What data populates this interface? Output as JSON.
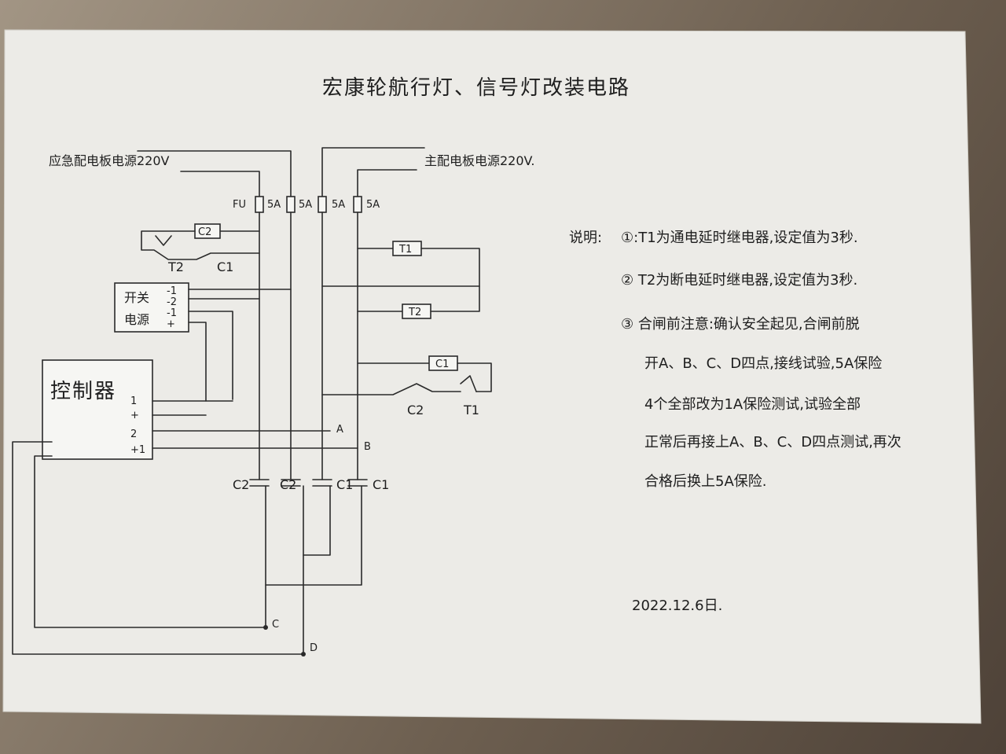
{
  "title": "宏康轮航行灯、信号灯改装电路",
  "power": {
    "emergency": "应急配电板电源220V",
    "main": "主配电板电源220V."
  },
  "fuse": {
    "label": "FU",
    "ratings": [
      "5A",
      "5A",
      "5A",
      "5A"
    ]
  },
  "components": {
    "c2_coil": "C2",
    "t2_contact": "T2",
    "c1_contact": "C1",
    "t1_relay": "T1",
    "t2_relay": "T2",
    "c1_coil": "C1",
    "c2_contact": "C2",
    "t1_contact": "T1"
  },
  "switch_power": {
    "line1": "开关",
    "line2": "电源",
    "pins": [
      "-1",
      "-2",
      "-1",
      "+"
    ]
  },
  "controller": {
    "label": "控制器",
    "pins": [
      "1",
      "+",
      "2",
      "+1"
    ]
  },
  "nodes": {
    "a": "A",
    "b": "B",
    "c": "C",
    "d": "D"
  },
  "contactors": [
    "C2",
    "C2",
    "C1",
    "C1"
  ],
  "notes": {
    "label": "说明:",
    "items": [
      "①:T1为通电延时继电器,设定值为3秒.",
      "② T2为断电延时继电器,设定值为3秒.",
      "③ 合闸前注意:确认安全起见,合闸前脱",
      "开A、B、C、D四点,接线试验,5A保险",
      "4个全部改为1A保险测试,试验全部",
      "正常后再接上A、B、C、D四点测试,再次",
      "合格后换上5A保险."
    ]
  },
  "date": "2022.12.6日."
}
